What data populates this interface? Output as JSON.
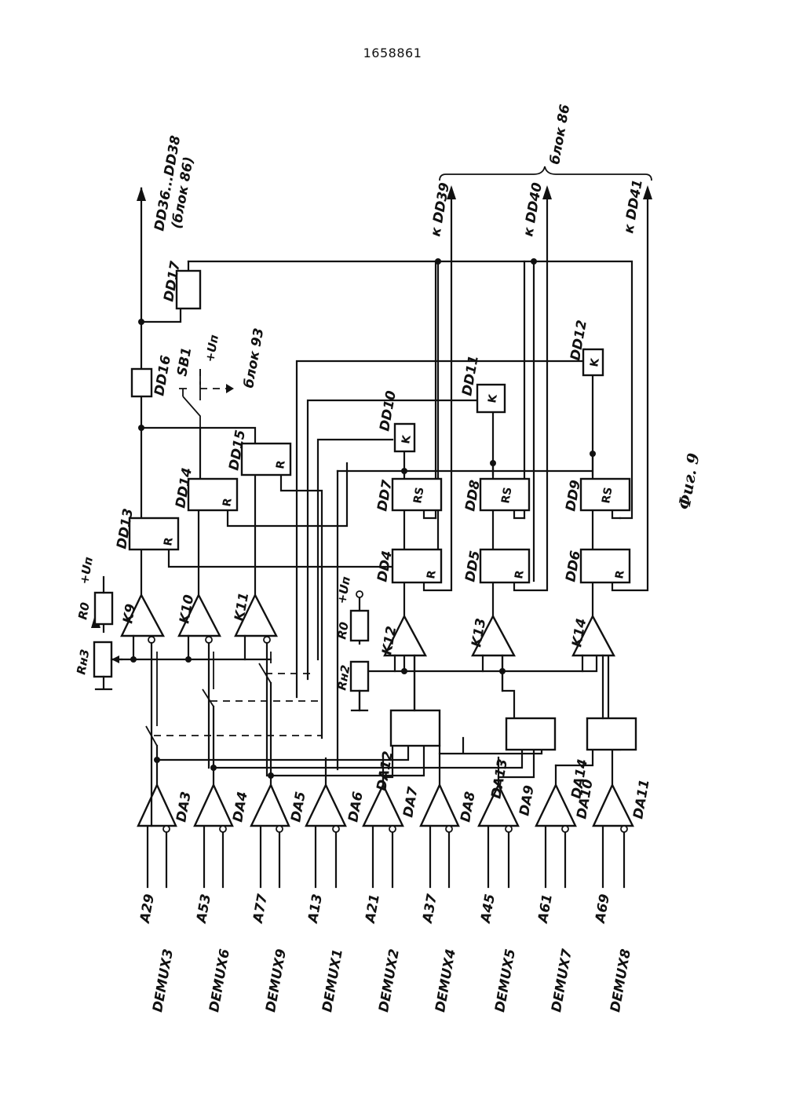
{
  "page_number": "1658861",
  "figure_caption": "Фиг. 9",
  "inputs": [
    {
      "a": "A29",
      "d": "DEMUX3"
    },
    {
      "a": "A53",
      "d": "DEMUX6"
    },
    {
      "a": "A77",
      "d": "DEMUX9"
    },
    {
      "a": "A13",
      "d": "DEMUX1"
    },
    {
      "a": "A21",
      "d": "DEMUX2"
    },
    {
      "a": "A37",
      "d": "DEMUX4"
    },
    {
      "a": "A45",
      "d": "DEMUX5"
    },
    {
      "a": "A61",
      "d": "DEMUX7"
    },
    {
      "a": "A69",
      "d": "DEMUX8"
    }
  ],
  "amplifiers": [
    "DA3",
    "DA4",
    "DA5",
    "DA6",
    "DA7",
    "DA8",
    "DA9",
    "DA10",
    "DA11"
  ],
  "summers": [
    "DA12",
    "DA13",
    "DA14"
  ],
  "comparators": [
    "K9",
    "K10",
    "K11",
    "K12",
    "K13",
    "K14"
  ],
  "triggers_top": [
    "DD13",
    "DD14",
    "DD15"
  ],
  "triggers_bottom": [
    "DD4",
    "DD5",
    "DD6"
  ],
  "rs_triggers": [
    "DD7",
    "DD8",
    "DD9"
  ],
  "keys": [
    "DD10",
    "DD11",
    "DD12"
  ],
  "key_label": "K",
  "gates": [
    "DD16",
    "DD17"
  ],
  "switch": "SB1",
  "reset_label": "R",
  "rs_label": "RS",
  "resistors": {
    "r0": "R0",
    "rn3": "Rн3",
    "rn2": "Rн2"
  },
  "supply": "+Uп",
  "outputs": {
    "main": "DD36...DD38",
    "main_block": "(блок 86)",
    "to_dd39": "к DD39",
    "to_dd40": "к DD40",
    "to_dd41": "к DD41",
    "block": "блок 86",
    "switch_target": "блок 93"
  }
}
